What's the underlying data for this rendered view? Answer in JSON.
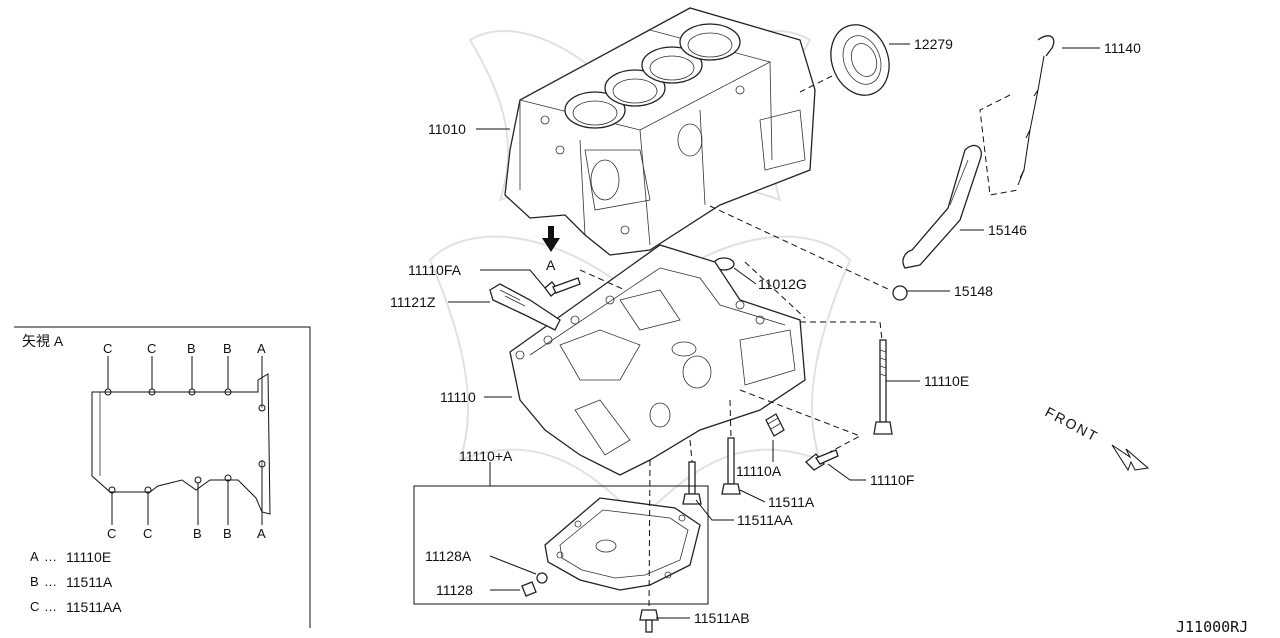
{
  "diagram_code": "J11000RJ",
  "callouts": {
    "p12279": "12279",
    "p11140": "11140",
    "p11010": "11010",
    "p15146": "15146",
    "p11110FA": "11110FA",
    "p11012G": "11012G",
    "p15148": "15148",
    "p11121Z": "11121Z",
    "p11110E": "11110E",
    "p11110": "11110",
    "p11110A": "11110A",
    "p11110F": "11110F",
    "p11110plusA": "11110+A",
    "p11511A": "11511A",
    "p11511AA": "11511AA",
    "p11128A": "11128A",
    "p11128": "11128",
    "p11511AB": "11511AB"
  },
  "view_marker": "A",
  "front_label": "FRONT",
  "inset": {
    "title": "矢視 A",
    "top_letters": [
      "C",
      "C",
      "B",
      "B",
      "A"
    ],
    "bottom_letters": [
      "C",
      "C",
      "B",
      "B",
      "A"
    ],
    "legend": [
      {
        "key": "A",
        "dots": "…",
        "part": "11110E"
      },
      {
        "key": "B",
        "dots": "…",
        "part": "11511A"
      },
      {
        "key": "C",
        "dots": "…",
        "part": "11511AA"
      }
    ]
  }
}
